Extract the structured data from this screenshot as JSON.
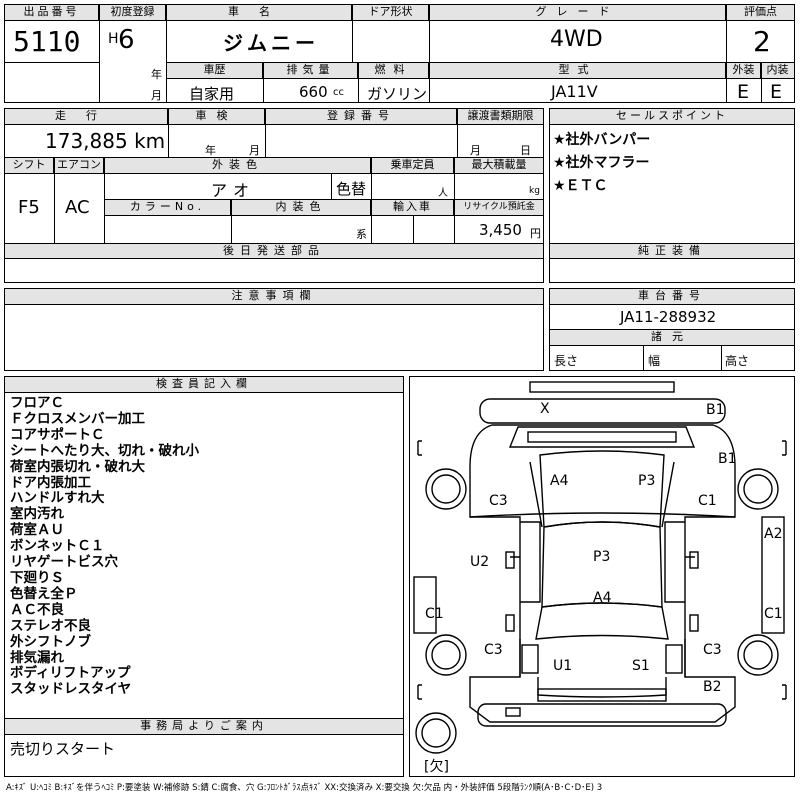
{
  "header": {
    "lot_label": "出品番号",
    "lot_number": "5110",
    "first_reg_label": "初度登録",
    "era": "H",
    "year": "6",
    "year_unit": "年",
    "month_unit": "月",
    "car_name_label": "車名",
    "car_name": "ジムニー",
    "door_label": "ドア形状",
    "grade_label": "グレード",
    "grade": "4WD",
    "score_label": "評価点",
    "score": "2",
    "history_label": "車歴",
    "history": "自家用",
    "displacement_label": "排気量",
    "displacement": "660",
    "displacement_unit": "cc",
    "fuel_label": "燃料",
    "fuel": "ガソリン",
    "model_label": "型式",
    "model": "JA11V",
    "exterior_label": "外装",
    "exterior_grade": "E",
    "interior_label": "内装",
    "interior_grade": "E"
  },
  "mid": {
    "mileage_label": "走行",
    "mileage": "173,885 km",
    "inspection_label": "車検",
    "inspection_year": "年",
    "inspection_month": "月",
    "reg_no_label": "登録番号",
    "transfer_label": "譲渡書類期限",
    "transfer_month": "月",
    "transfer_day": "日",
    "shift_label": "シフト",
    "shift": "F5",
    "ac_label": "エアコン",
    "ac": "AC",
    "ext_color_label": "外装色",
    "ext_color": "アオ",
    "color_change": "色替",
    "capacity_label": "乗車定員",
    "capacity_unit": "人",
    "load_label": "最大積載量",
    "load_unit": "kg",
    "color_no_label": "カラーNo.",
    "int_color_label": "内装色",
    "int_color_unit": "系",
    "import_label": "輸入車",
    "recycle_label": "リサイクル預託金",
    "recycle": "3,450",
    "recycle_unit": "円",
    "later_parts_label": "後日発送部品"
  },
  "sales": {
    "label": "セールスポイント",
    "points": [
      "★社外バンパー",
      "★社外マフラー",
      "★ＥＴＣ"
    ]
  },
  "genuine": {
    "label": "純正装備"
  },
  "caution": {
    "label": "注意事項欄"
  },
  "chassis": {
    "label": "車台番号",
    "number": "JA11-288932",
    "dims_label": "諸元",
    "length_label": "長さ",
    "width_label": "幅",
    "height_label": "高さ"
  },
  "inspector": {
    "label": "検査員記入欄",
    "notes": [
      "フロアＣ",
      "Ｆクロスメンバー加工",
      "コアサポートＣ",
      "シートへたり大、切れ・破れ小",
      "荷室内張切れ・破れ大",
      "ドア内張加工",
      "ハンドルすれ大",
      "室内汚れ",
      "荷室ＡＵ",
      "ボンネットＣ１",
      "リヤゲートビス穴",
      "下廻りＳ",
      "色替え全Ｐ",
      "ＡＣ不良",
      "ステレオ不良",
      "外シフトノブ",
      "排気漏れ",
      "ボディリフトアップ",
      "スタッドレスタイヤ"
    ]
  },
  "office": {
    "label": "事務局よりご案内",
    "text": "売切りスタート"
  },
  "diagram": {
    "marks": {
      "x_front": "X",
      "b1_top": "B1",
      "b1_right": "B1",
      "a4_upper": "A4",
      "p3_upper": "P3",
      "c3_left_top": "C3",
      "c1_right_top": "C1",
      "a2_right": "A2",
      "u2_left": "U2",
      "p3_mid": "P3",
      "a4_mid": "A4",
      "c1_left": "C1",
      "c1_right": "C1",
      "c3_left_bottom": "C3",
      "c3_right_bottom": "C3",
      "u1": "U1",
      "s1": "S1",
      "b2": "B2",
      "spare": "[欠]"
    }
  },
  "legend": "A:ｷｽﾞ U:ﾍｺﾐ B:ｷｽﾞを伴うﾍｺﾐ P:要塗装 W:補修跡 S:錆 C:腐食、穴 G:ﾌﾛﾝﾄｶﾞﾗｽ点ｷｽﾞ XX:交換済み X:要交換 欠:欠品 内・外装評価 5段階ﾗﾝｸ順(A･B･C･D･E) 3"
}
